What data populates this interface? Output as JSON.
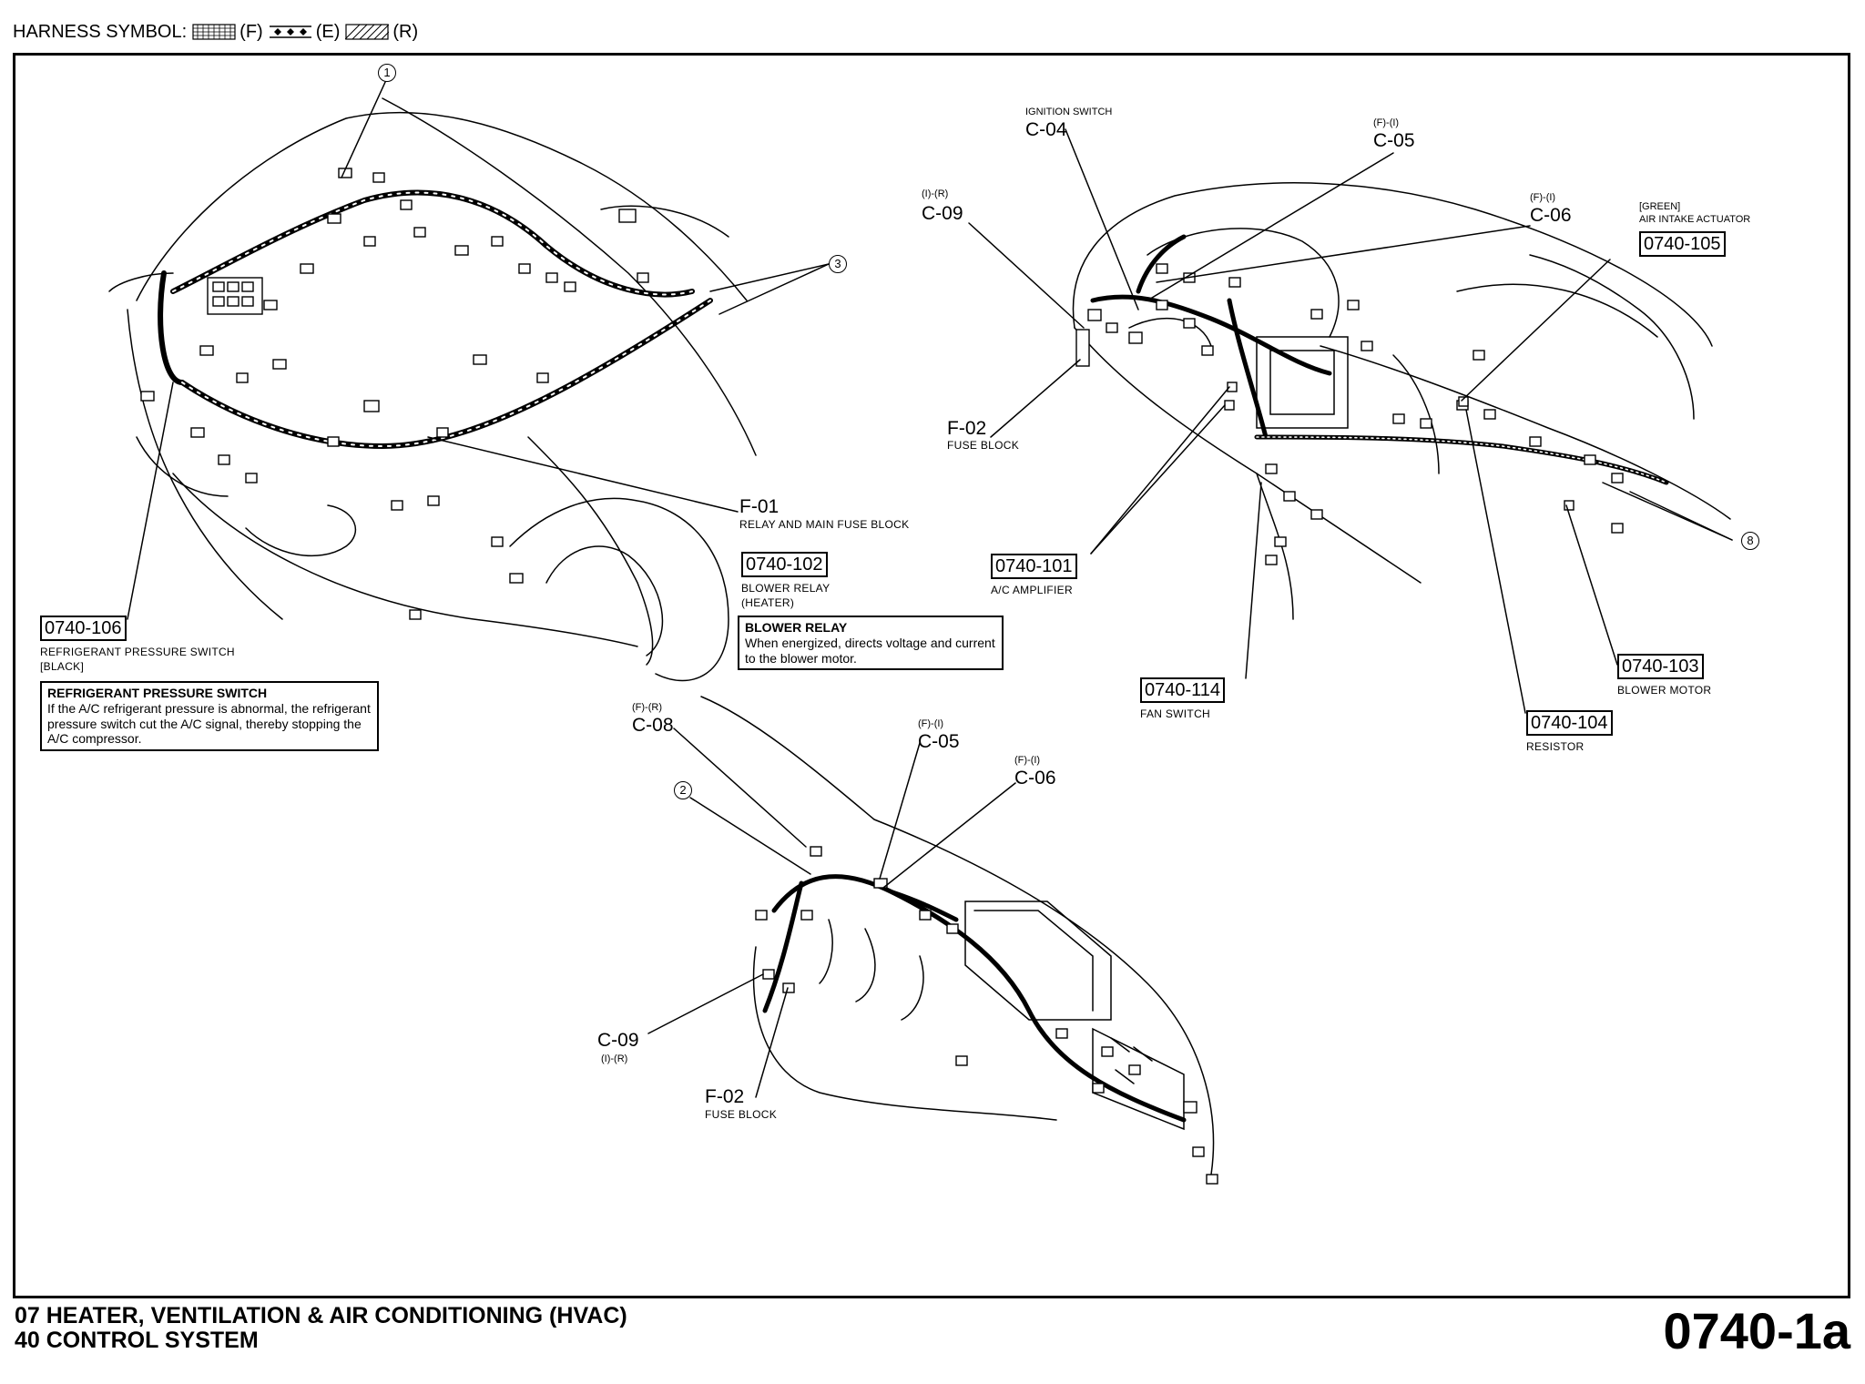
{
  "header": {
    "prefix": "HARNESS SYMBOL:",
    "symbols": [
      {
        "pattern": "dotted-grid",
        "label": "(F)"
      },
      {
        "pattern": "diamonds",
        "label": "(E)"
      },
      {
        "pattern": "hatched",
        "label": "(R)"
      }
    ]
  },
  "callouts": {
    "c1": "1",
    "c2": "2",
    "c3": "3",
    "c8": "8"
  },
  "connectors": {
    "top_c04_title": "IGNITION SWITCH",
    "top_c04_id": "C-04",
    "top_c05_tag": "(F)-(I)",
    "top_c05_id": "C-05",
    "top_c09_tag": "(I)-(R)",
    "top_c09_id": "C-09",
    "top_c06_tag": "(F)-(I)",
    "top_c06_id": "C-06",
    "top_f02_id": "F-02",
    "top_f02_desc": "FUSE BLOCK",
    "f01_id": "F-01",
    "f01_desc": "RELAY AND MAIN FUSE BLOCK",
    "bot_c08_tag": "(F)-(R)",
    "bot_c08_id": "C-08",
    "bot_c05_tag": "(F)-(I)",
    "bot_c05_id": "C-05",
    "bot_c06_tag": "(F)-(I)",
    "bot_c06_id": "C-06",
    "bot_c09_id": "C-09",
    "bot_c09_tag": "(I)-(R)",
    "bot_f02_id": "F-02",
    "bot_f02_desc": "FUSE BLOCK"
  },
  "components": {
    "c105_pre1": "[GREEN]",
    "c105_pre2": "AIR INTAKE ACTUATOR",
    "c105_code": "0740-105",
    "c102_code": "0740-102",
    "c102_desc1": "BLOWER RELAY",
    "c102_desc2": "(HEATER)",
    "c101_code": "0740-101",
    "c101_desc": "A/C AMPLIFIER",
    "c106_code": "0740-106",
    "c106_desc1": "REFRIGERANT PRESSURE SWITCH",
    "c106_desc2": "[BLACK]",
    "c114_code": "0740-114",
    "c114_desc": "FAN SWITCH",
    "c103_code": "0740-103",
    "c103_desc": "BLOWER MOTOR",
    "c104_code": "0740-104",
    "c104_desc": "RESISTOR"
  },
  "notes": {
    "blower": {
      "title": "BLOWER RELAY",
      "body": "When energized, directs voltage and current to the blower motor."
    },
    "refrig": {
      "title": "REFRIGERANT PRESSURE SWITCH",
      "body": "If the A/C refrigerant pressure is abnormal, the refrigerant pressure switch cut the A/C signal, thereby stopping the A/C compressor."
    }
  },
  "footer": {
    "line1": "07  HEATER, VENTILATION & AIR CONDITIONING (HVAC)",
    "line2": "40  CONTROL SYSTEM",
    "page": "0740-1a"
  }
}
